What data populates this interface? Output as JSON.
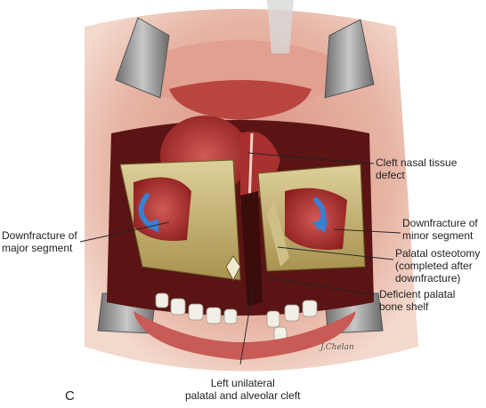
{
  "panel_letter": "C",
  "signature": "J.Chelan",
  "labels": {
    "cleft_nasal": "Cleft nasal tissue\ndefect",
    "downfracture_major": "Downfracture of\nmajor segment",
    "downfracture_minor": "Downfracture of\nminor segment",
    "palatal_osteotomy": "Palatal osteotomy\n(completed after\ndownfracture)",
    "deficient_shelf": "Deficient palatal\nbone shelf",
    "unilateral_cleft": "Left unilateral\npalatal and alveolar cleft"
  },
  "colors": {
    "skin": "#e8b8a8",
    "mucosa": "#b83a3a",
    "deep_red": "#8a1a1a",
    "bone": "#c9b77a",
    "retractor": "#8c8c8c",
    "arrow": "#3a7fd0",
    "teeth": "#f2efe6"
  }
}
